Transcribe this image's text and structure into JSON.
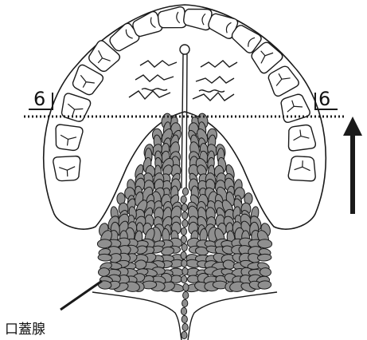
{
  "diagram": {
    "caption": "口蓋腺",
    "section_mark_left": "6",
    "section_mark_right": "6",
    "colors": {
      "line": "#1a1a1a",
      "gland_fill": "#8f8f8f",
      "background": "#ffffff"
    }
  }
}
